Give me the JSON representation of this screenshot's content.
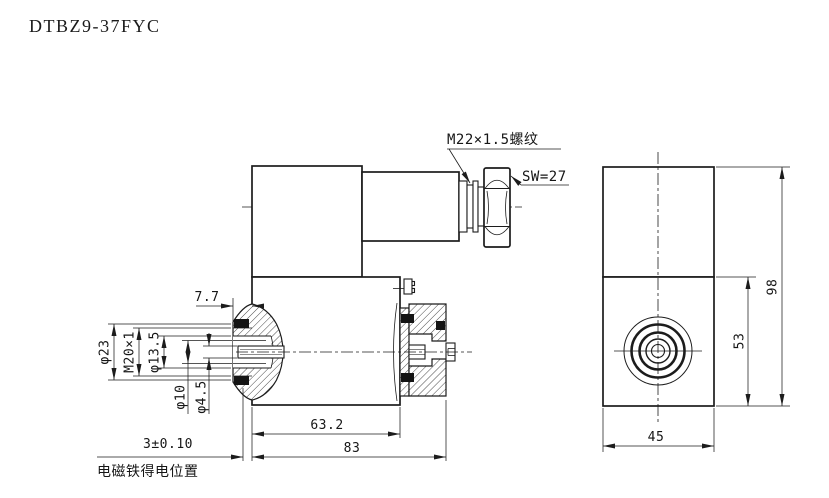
{
  "title": "DTBZ9-37FYC",
  "colors": {
    "line": "#1c1c1c",
    "background": "#ffffff"
  },
  "front_view": {
    "labels": {
      "thread": "M22×1.5螺纹",
      "wrench": "SW=27"
    },
    "dims": {
      "dia23": "φ23",
      "thread_m20": "M20×1",
      "dia13_5": "φ13.5",
      "dia10": "φ10",
      "dia4_5": "φ4.5",
      "len7_7": "7.7",
      "len63_2": "63.2",
      "len83": "83",
      "stroke_tol": "3±0.10",
      "stroke_note": "电磁铁得电位置"
    }
  },
  "side_view": {
    "dims": {
      "height98": "98",
      "height53": "53",
      "width45": "45"
    }
  }
}
